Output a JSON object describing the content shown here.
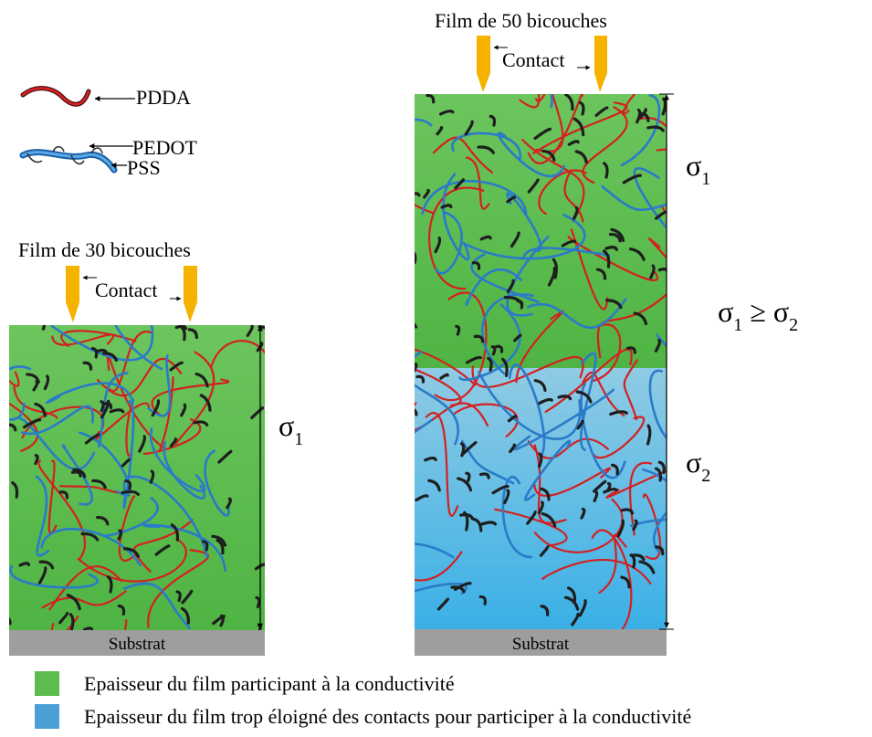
{
  "legend_key": {
    "pdda": "PDDA",
    "pedot": "PEDOT",
    "pss": "PSS"
  },
  "film_30": {
    "title": "Film de 30 bicouches",
    "contact": "Contact",
    "sigma": "σ",
    "sigma_sub": "1",
    "substrate": "Substrat"
  },
  "film_50": {
    "title": "Film de 50 bicouches",
    "contact": "Contact",
    "sigma_top": "σ",
    "sigma_top_sub": "1",
    "sigma_bottom": "σ",
    "sigma_bottom_sub": "2",
    "relation": {
      "left": "σ",
      "left_sub": "1",
      "op": " ≥ ",
      "right": "σ",
      "right_sub": "2"
    },
    "substrate": "Substrat"
  },
  "legend": [
    {
      "color": "#5dbb4f",
      "text": "Epaisseur du film participant à la conductivité"
    },
    {
      "color": "#4a9fd4",
      "text": "Epaisseur du film trop éloigné  des contacts pour participer à la conductivité"
    }
  ],
  "colors": {
    "green_top": "#6cc55d",
    "green_bottom": "#4fb443",
    "blue_top": "#8fcbe4",
    "blue_bottom": "#3ab0e6",
    "substrate": "#9e9e9e",
    "probe": "#f5b300",
    "pdda": "#d42020",
    "pedot": "#1e1e1e",
    "pss": "#2a7bc8"
  }
}
